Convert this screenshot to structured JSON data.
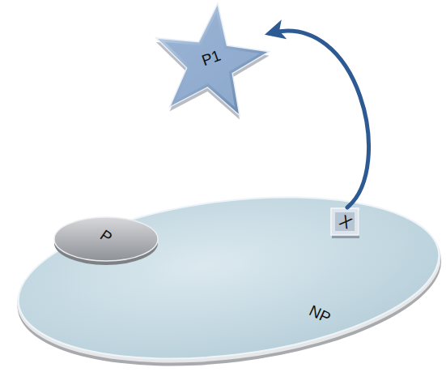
{
  "diagram": {
    "nodes": [
      {
        "text": [
          "P1"
        ]
      },
      {
        "text": [
          "NP"
        ]
      },
      {
        "text": [
          "P"
        ],
        "in": 1
      },
      {
        "text": [
          "X"
        ],
        "in": 1
      }
    ],
    "edges": [
      {
        "from": 3,
        "to": 0,
        "arrow": "to"
      }
    ]
  }
}
